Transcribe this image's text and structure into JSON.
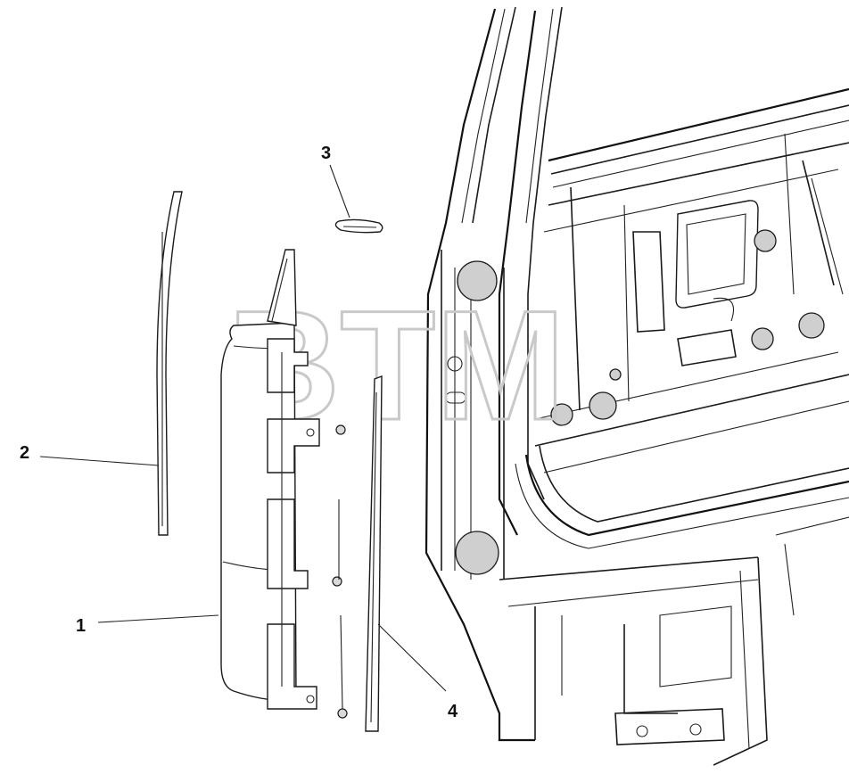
{
  "watermark": "BTM",
  "callouts": [
    {
      "label": "1",
      "part": "end-cap-trim-panel"
    },
    {
      "label": "2",
      "part": "a-pillar-weatherstrip"
    },
    {
      "label": "3",
      "part": "small-trim-clip"
    },
    {
      "label": "4",
      "part": "vertical-seal-strip"
    }
  ],
  "colors": {
    "line": "#1a1a1a",
    "watermark": "#c9c9c9",
    "background": "#ffffff"
  }
}
